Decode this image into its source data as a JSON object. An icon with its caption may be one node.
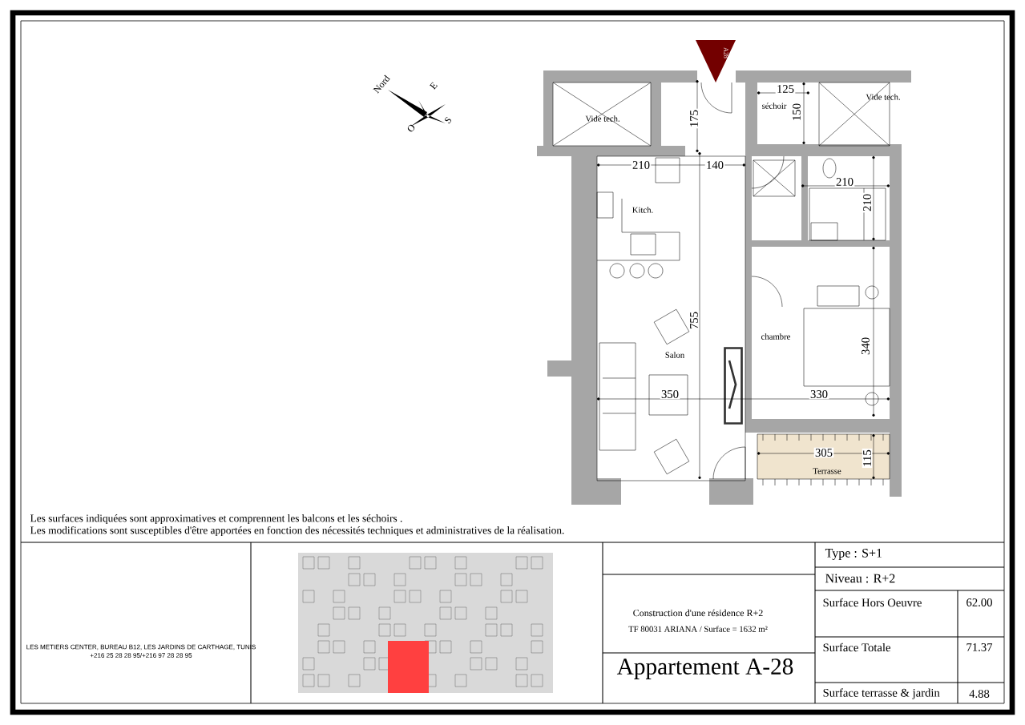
{
  "diagram": {
    "labels": [
      "A28",
      "Nord",
      "E",
      "S",
      "O",
      "125",
      "Vide tech.",
      "séchoir",
      "175",
      "150",
      "Vide tech.",
      "210",
      "140",
      "210",
      "Kitch.",
      "210",
      "755",
      "Salon",
      "chambre",
      "340",
      "350",
      "330",
      "305",
      "115",
      "Terrasse",
      "Les surfaces indiquées sont approximatives et comprennent les balcons et les séchoirs .",
      "Les modifications sont susceptibles d'être apportées en fonction des nécessités techniques et administratives de la réalisation.",
      "LES METIERS CENTER, BUREAU B12, LES JARDINS DE CARTHAGE, TUNIS",
      "+216 25 28 28 95/+216 97 28 28 95",
      "Construction d'une résidence R+2",
      "TF 80031 ARIANA / Surface = 1632 m²",
      "Appartement A-28",
      "Type : S+1",
      "Niveau : R+2",
      "Surface Hors Oeuvre",
      "62.00",
      "Surface Totale",
      "71.37",
      "Surface terrasse & jardin",
      "4.88"
    ]
  }
}
